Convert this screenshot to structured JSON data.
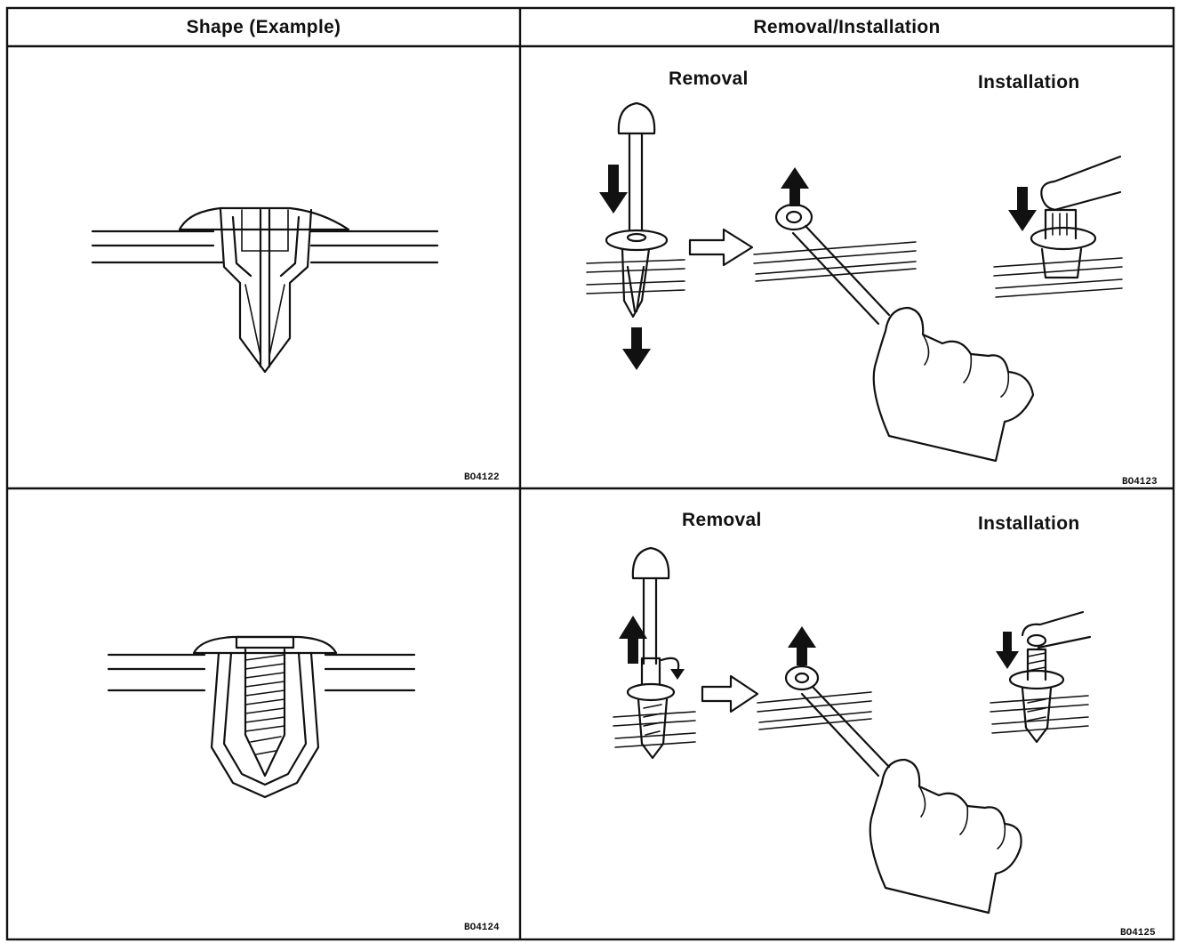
{
  "table": {
    "col_headers": [
      "Shape (Example)",
      "Removal/Installation"
    ],
    "rows": [
      {
        "shape_code": "BO4122",
        "removal_label": "Removal",
        "installation_label": "Installation",
        "procedure_code": "BO4123"
      },
      {
        "shape_code": "BO4124",
        "removal_label": "Removal",
        "installation_label": "Installation",
        "procedure_code": "BO4125"
      }
    ]
  }
}
